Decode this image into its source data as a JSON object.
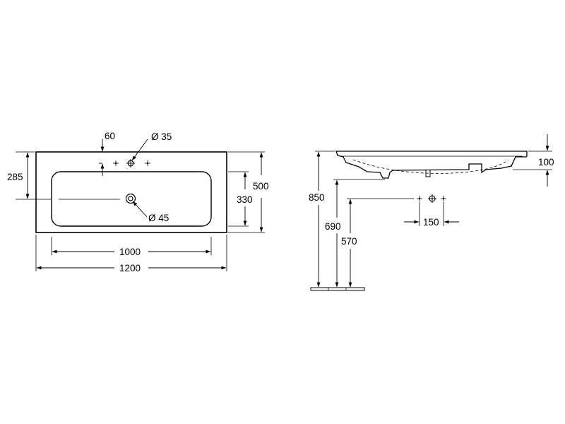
{
  "top_view": {
    "dim_60": "60",
    "dim_hole_35": "Ø 35",
    "dim_285": "285",
    "dim_500": "500",
    "dim_330": "330",
    "dim_drain_45": "Ø 45",
    "dim_1000": "1000",
    "dim_1200": "1200"
  },
  "side_view": {
    "dim_100": "100",
    "dim_850": "850",
    "dim_690": "690",
    "dim_570": "570",
    "dim_150": "150"
  },
  "colors": {
    "line": "#000000",
    "background": "#ffffff"
  }
}
